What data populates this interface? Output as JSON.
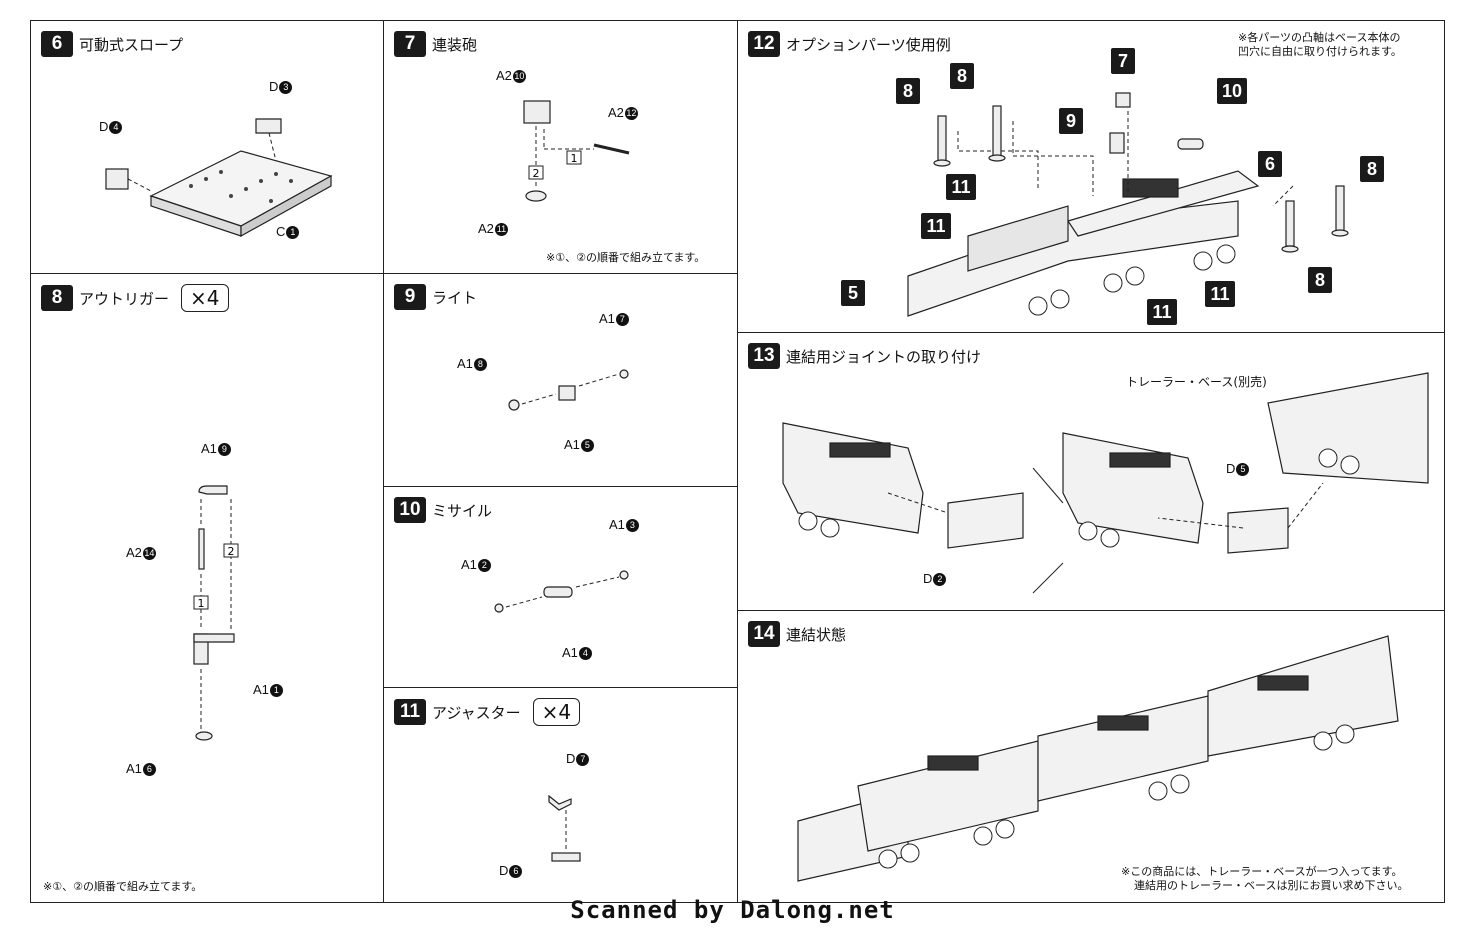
{
  "steps": {
    "s6": {
      "num": "6",
      "title": "可動式スロープ",
      "labels": {
        "d3": "D",
        "d4": "D",
        "c1": "C"
      }
    },
    "s7": {
      "num": "7",
      "title": "連装砲",
      "labels": {
        "a10": "A2",
        "a12": "A2",
        "a11": "A2"
      },
      "note": "※①、②の順番で組み立てます。"
    },
    "s8": {
      "num": "8",
      "title": "アウトリガー",
      "mult": "×4",
      "labels": {
        "a9": "A1",
        "a14": "A2",
        "a1": "A1",
        "a6": "A1"
      },
      "note": "※①、②の順番で組み立てます。"
    },
    "s9": {
      "num": "9",
      "title": "ライト",
      "labels": {
        "a7": "A1",
        "a8": "A1",
        "a5": "A1"
      }
    },
    "s10": {
      "num": "10",
      "title": "ミサイル",
      "labels": {
        "a3": "A1",
        "a2": "A1",
        "a4": "A1"
      }
    },
    "s11": {
      "num": "11",
      "title": "アジャスター",
      "mult": "×4",
      "labels": {
        "d7": "D",
        "d6": "D"
      }
    },
    "s12": {
      "num": "12",
      "title": "オプションパーツ使用例",
      "note1": "※各パーツの凸軸はベース本体の",
      "note2": "凹穴に自由に取り付けられます。",
      "callouts": {
        "c7": "7",
        "c8a": "8",
        "c8b": "8",
        "c9": "9",
        "c10": "10",
        "c6": "6",
        "c8c": "8",
        "c8d": "8",
        "c11a": "11",
        "c11b": "11",
        "c11c": "11",
        "c11d": "11",
        "c5": "5"
      }
    },
    "s13": {
      "num": "13",
      "title": "連結用ジョイントの取り付け",
      "trailer": "トレーラー・ベース(別売)",
      "labels": {
        "d5": "D",
        "d2": "D"
      }
    },
    "s14": {
      "num": "14",
      "title": "連結状態",
      "note1": "※この商品には、トレーラー・ベースが一つ入ってます。",
      "note2": "連結用のトレーラー・ベースは別にお買い求め下さい。"
    }
  },
  "part_numbers": {
    "n1": "1",
    "n2": "2",
    "n3": "3",
    "n4": "4",
    "n5": "5",
    "n6": "6",
    "n7": "7",
    "n8": "8",
    "n9": "9",
    "n10": "10",
    "n11": "11",
    "n12": "12",
    "n14": "14"
  },
  "step_markers": {
    "one": "1",
    "two": "2"
  },
  "footer": "Scanned by Dalong.net"
}
